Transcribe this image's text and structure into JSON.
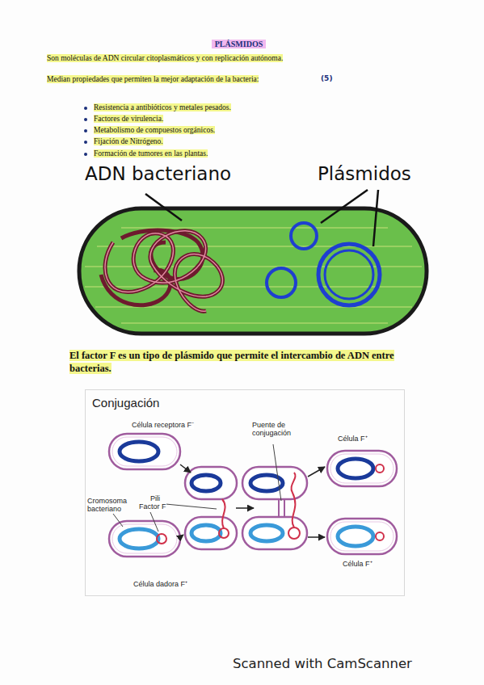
{
  "diagram": {
    "title": "PLÁSMIDOS",
    "nodes": [
      {
        "text": [
          "Conjugación"
        ]
      }
    ],
    "labels": [
      "Son moléculas de ADN circular citoplasmáticos y con replicación autónoma.",
      "Median propiedades que permiten la mejor adaptación de la bacteria:",
      "(5)",
      "Resistencia a antibióticos y metales pesados.",
      "Factores de virulencia.",
      "Metabolismo de compuestos orgánicos.",
      "Fijación de Nitrógeno.",
      "Formación de tumores en las plantas.",
      "ADN bacteriano",
      "Plásmidos",
      "El factor F es un tipo de plásmido que permite el intercambio de ADN entre bacterias.",
      "Célula receptora F⁻",
      "Puente de conjugación",
      "Célula F⁺",
      "Pili",
      "Cromosoma bacteriano",
      "Factor F",
      "Célula F⁺",
      "Célula dadora F⁺",
      "Scanned with CamScanner"
    ]
  }
}
